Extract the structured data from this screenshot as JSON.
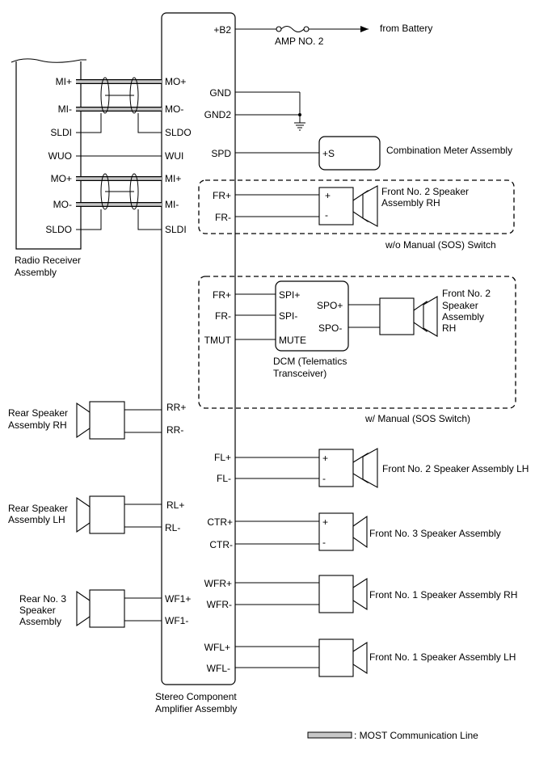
{
  "amplifier": {
    "name_line1": "Stereo Component",
    "name_line2": "Amplifier Assembly",
    "pins": {
      "b2": "+B2",
      "gnd": "GND",
      "gnd2": "GND2",
      "spd": "SPD",
      "fr_plus_a": "FR+",
      "fr_minus_a": "FR-",
      "fr_plus_b": "FR+",
      "fr_minus_b": "FR-",
      "tmut": "TMUT",
      "rr_plus": "RR+",
      "rr_minus": "RR-",
      "fl_plus": "FL+",
      "fl_minus": "FL-",
      "rl_plus": "RL+",
      "rl_minus": "RL-",
      "ctr_plus": "CTR+",
      "ctr_minus": "CTR-",
      "wf1_plus": "WF1+",
      "wf1_minus": "WF1-",
      "wfr_plus": "WFR+",
      "wfr_minus": "WFR-",
      "wfl_plus": "WFL+",
      "wfl_minus": "WFL-",
      "mo_plus": "MO+",
      "mo_minus": "MO-",
      "sldo": "SLDO",
      "wui": "WUI",
      "mi_plus": "MI+",
      "mi_minus": "MI-",
      "sldi": "SLDI"
    }
  },
  "radio_receiver": {
    "name_line1": "Radio Receiver",
    "name_line2": "Assembly",
    "pins": {
      "mi_plus": "MI+",
      "mi_minus": "MI-",
      "sldi": "SLDI",
      "wuo": "WUO",
      "mo_plus": "MO+",
      "mo_minus": "MO-",
      "sldo": "SLDO"
    }
  },
  "battery": {
    "fuse": "AMP NO. 2",
    "source": "from Battery"
  },
  "combination_meter": {
    "pin": "+S",
    "name": "Combination Meter Assembly"
  },
  "front2_rh_wo": {
    "plus": "+",
    "minus": "-",
    "name_line1": "Front No. 2 Speaker",
    "name_line2": "Assembly RH",
    "region_label": "w/o Manual (SOS) Switch"
  },
  "dcm": {
    "spi_plus": "SPI+",
    "spi_minus": "SPI-",
    "mute": "MUTE",
    "spo_plus": "SPO+",
    "spo_minus": "SPO-",
    "name_line1": "DCM (Telematics",
    "name_line2": "Transceiver)"
  },
  "front2_rh_w": {
    "name_line1": "Front No. 2",
    "name_line2": "Speaker",
    "name_line3": "Assembly",
    "name_line4": "RH",
    "region_label": "w/ Manual (SOS Switch)"
  },
  "rear_rh": {
    "name_line1": "Rear Speaker",
    "name_line2": "Assembly RH"
  },
  "rear_lh": {
    "name_line1": "Rear Speaker",
    "name_line2": "Assembly LH"
  },
  "rear3": {
    "name_line1": "Rear No. 3",
    "name_line2": "Speaker",
    "name_line3": "Assembly"
  },
  "front2_lh": {
    "plus": "+",
    "minus": "-",
    "name": "Front No. 2 Speaker Assembly LH"
  },
  "front3": {
    "plus": "+",
    "minus": "-",
    "name": "Front No. 3 Speaker Assembly"
  },
  "front1_rh": {
    "name": "Front No. 1 Speaker Assembly RH"
  },
  "front1_lh": {
    "name": "Front No. 1 Speaker Assembly LH"
  },
  "legend": {
    "most_line": ": MOST Communication Line"
  }
}
